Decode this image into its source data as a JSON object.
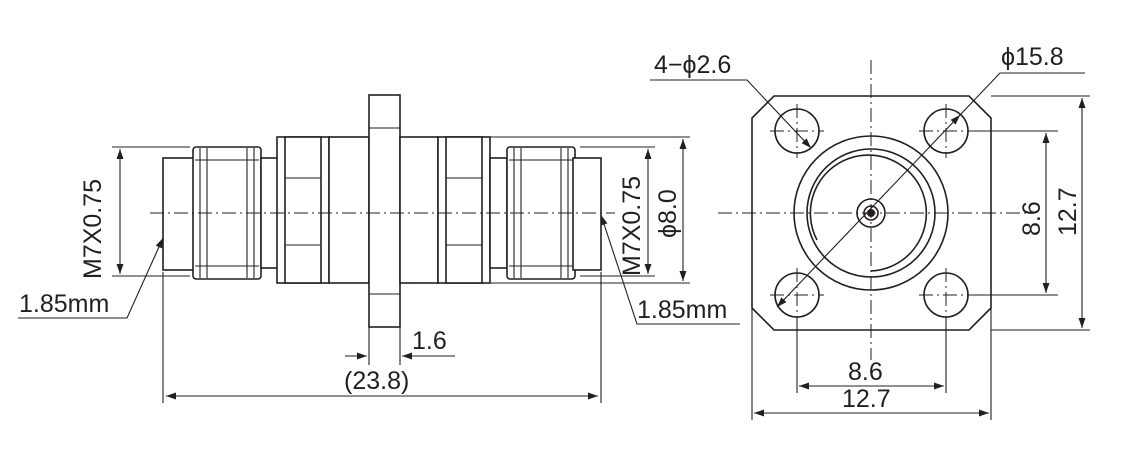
{
  "labels": {
    "thread_left": "M7X0.75",
    "thread_right": "M7X0.75",
    "diameter_body": "ϕ8.0",
    "connector_left": "1.85mm",
    "connector_right": "1.85mm",
    "flange_thickness": "1.6",
    "overall_length": "(23.8)",
    "holes": "4−ϕ2.6",
    "flange_circle": "ϕ15.8",
    "hole_pitch_v": "8.6",
    "flange_width_v": "12.7",
    "hole_pitch_h": "8.6",
    "flange_width_h": "12.7"
  }
}
